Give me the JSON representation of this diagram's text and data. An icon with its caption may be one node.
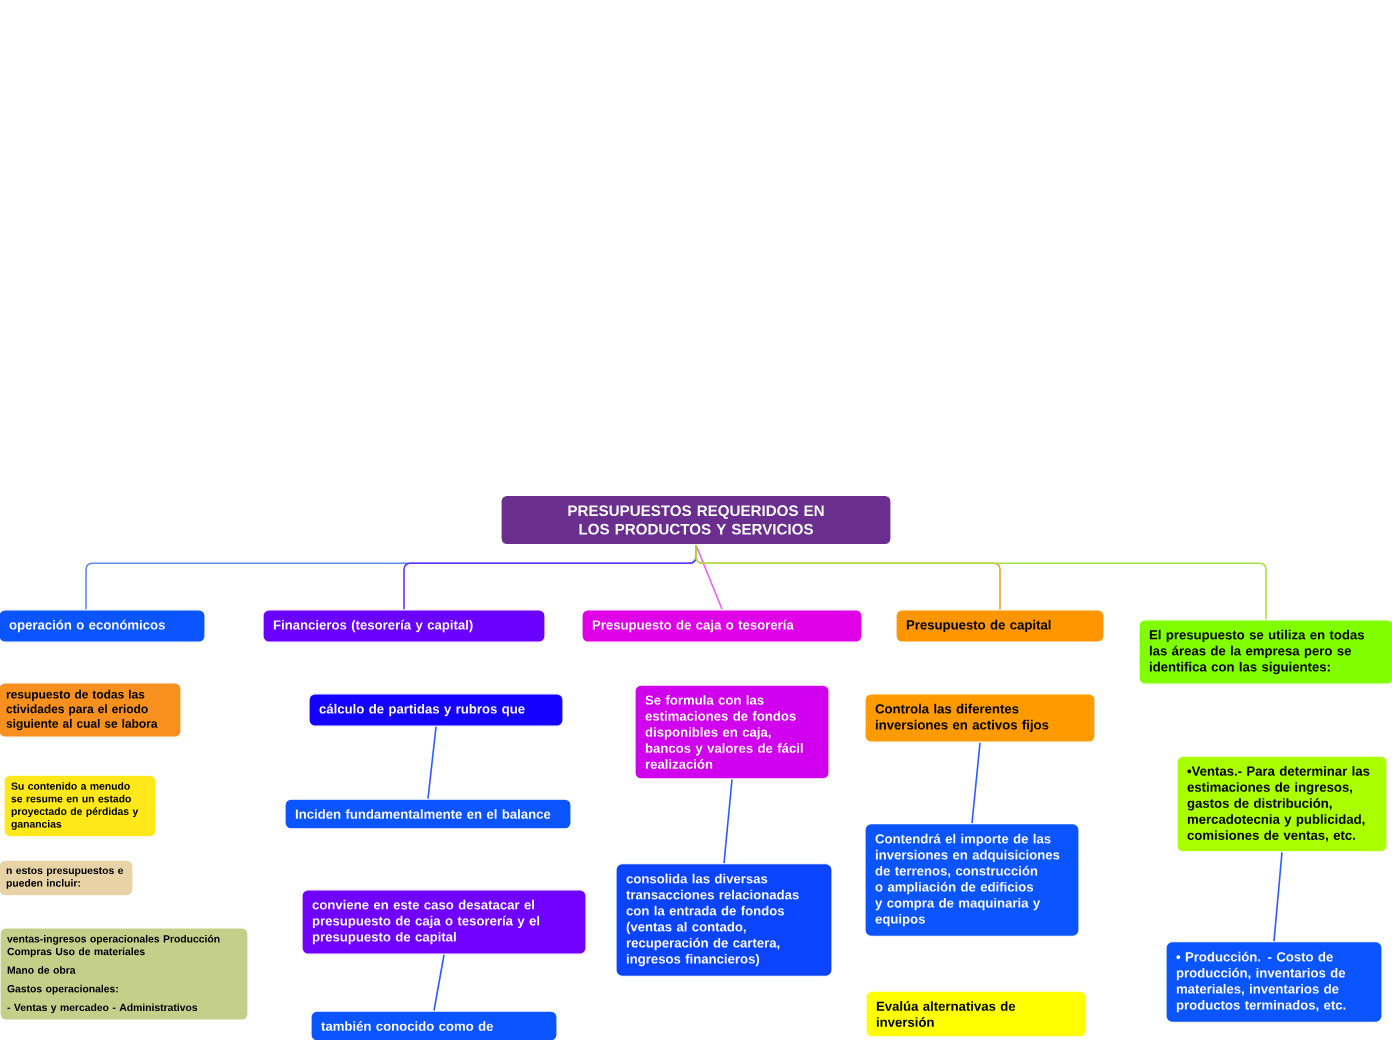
{
  "diagram": {
    "nodes": [
      {
        "text": [
          "PRESUPUESTOS REQUERIDOS EN LOS PRODUCTOS Y SERVICIOS"
        ]
      },
      {
        "text": [
          "operación o económicos"
        ]
      },
      {
        "text": [
          "Financieros (tesorería y capital)"
        ]
      },
      {
        "text": [
          "Presupuesto de caja o tesorería"
        ]
      },
      {
        "text": [
          "Presupuesto de capital"
        ]
      },
      {
        "text": [
          "El presupuesto se utiliza en todas las áreas de la empresa pero se identifica con las siguientes:"
        ]
      },
      {
        "text": [
          "resupuesto de todas las ctividades para el eriodo siguiente al cual se labora"
        ]
      },
      {
        "text": [
          "Su contenido a menudo se resume en un estado proyectado de pérdidas y ganancias"
        ]
      },
      {
        "text": [
          "n estos presupuestos e pueden incluir:"
        ]
      },
      {
        "text": [
          "ventas-ingresos operacionales Producción Compras Uso de materiales",
          "Mano de obra",
          "Gastos operacionales:",
          "- Ventas y mercadeo - Administrativos"
        ]
      },
      {
        "text": [
          "cálculo de partidas y rubros que"
        ]
      },
      {
        "text": [
          "Inciden fundamentalmente en el balance"
        ]
      },
      {
        "text": [
          "conviene en este caso desatacar el presupuesto de caja o tesorería y el presupuesto de capital"
        ]
      },
      {
        "text": [
          "también conocido como de"
        ]
      },
      {
        "text": [
          "Se formula con las estimaciones de fondos disponibles en caja, bancos y valores de fácil realización"
        ]
      },
      {
        "text": [
          "consolida las diversas transacciones relacionadas con la entrada de fondos (ventas al contado, recuperación de cartera, ingresos financieros)"
        ]
      },
      {
        "text": [
          "Controla las diferentes inversiones en activos fijos"
        ]
      },
      {
        "text": [
          "Contendrá el importe de las inversiones en adquisiciones de terrenos, construcción o ampliación de edificios y compra de maquinaria y equipos"
        ]
      },
      {
        "text": [
          "Evalúa alternativas de inversión"
        ]
      },
      {
        "text": [
          "•Ventas.- Para determinar las estimaciones de ingresos, gastos de distribución, mercadotecnia y publicidad, comisiones de ventas, etc."
        ]
      },
      {
        "text": [
          "• Producción. - Costo de producción, inventarios de materiales, inventarios de productos terminados, etc."
        ]
      }
    ],
    "edges": [
      {
        "from": 0,
        "to": 1,
        "arrow": "none",
        "color": "#5b8cf0"
      },
      {
        "from": 0,
        "to": 2,
        "arrow": "none",
        "color": "#6633ff"
      },
      {
        "from": 0,
        "to": 3,
        "arrow": "none",
        "color": "#f060f0"
      },
      {
        "from": 0,
        "to": 4,
        "arrow": "none",
        "color": "#f0a030"
      },
      {
        "from": 0,
        "to": 5,
        "arrow": "none",
        "color": "#a8e040"
      },
      {
        "from": 10,
        "to": 11,
        "arrow": "none"
      },
      {
        "from": 12,
        "to": 13,
        "arrow": "none"
      },
      {
        "from": 14,
        "to": 15,
        "arrow": "none"
      },
      {
        "from": 16,
        "to": 17,
        "arrow": "none"
      },
      {
        "from": 19,
        "to": 20,
        "arrow": "none"
      }
    ]
  }
}
